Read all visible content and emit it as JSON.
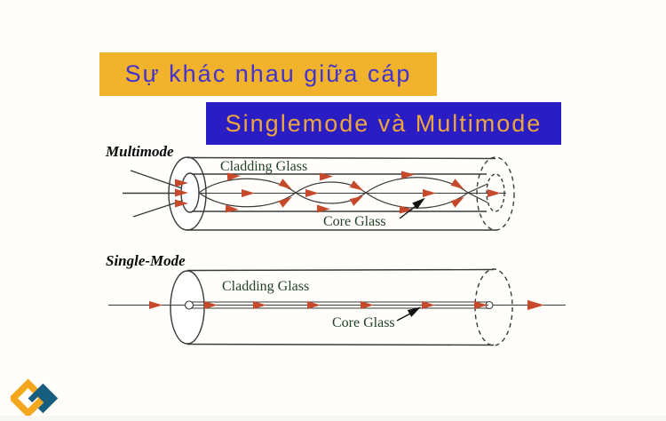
{
  "banners": {
    "line1": {
      "text": "Sự khác nhau giữa cáp",
      "bg": "#f1b32b",
      "text_color": "#4433cc"
    },
    "line2": {
      "text": "Singlemode và Multimode",
      "bg": "#2b1dc4",
      "text_color": "#eca63e"
    }
  },
  "diagram": {
    "colors": {
      "arrow": "#c7492c",
      "line": "#3a3a3a",
      "label": "#23402a",
      "pointer": "#111111"
    },
    "multimode": {
      "title": "Multimode",
      "cladding_label": "Cladding Glass",
      "core_label": "Core Glass"
    },
    "singlemode": {
      "title": "Single-Mode",
      "cladding_label": "Cladding Glass",
      "core_label": "Core Glass"
    }
  },
  "logo": {
    "icon": "interlocked-diamonds-logo",
    "orange": "#f2a71e",
    "teal": "#175d7d"
  }
}
